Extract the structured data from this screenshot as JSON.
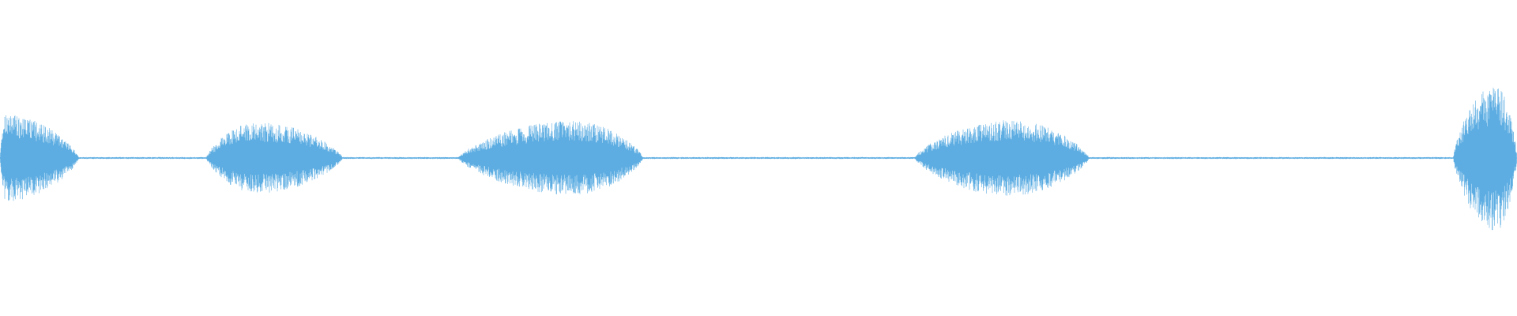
{
  "waveform": {
    "color": "#5dade2",
    "background": "#ffffff",
    "bursts": [
      {
        "start": 0.0,
        "end": 0.052,
        "peak": 0.55,
        "peak_at": 0.004
      },
      {
        "start": 0.136,
        "end": 0.226,
        "peak": 0.45,
        "peak_at": 0.17
      },
      {
        "start": 0.302,
        "end": 0.424,
        "peak": 0.47,
        "peak_at": 0.378
      },
      {
        "start": 0.603,
        "end": 0.718,
        "peak": 0.48,
        "peak_at": 0.666
      },
      {
        "start": 0.958,
        "end": 1.0,
        "peak": 0.92,
        "peak_at": 0.986
      }
    ],
    "noise_floor": 0.012
  }
}
